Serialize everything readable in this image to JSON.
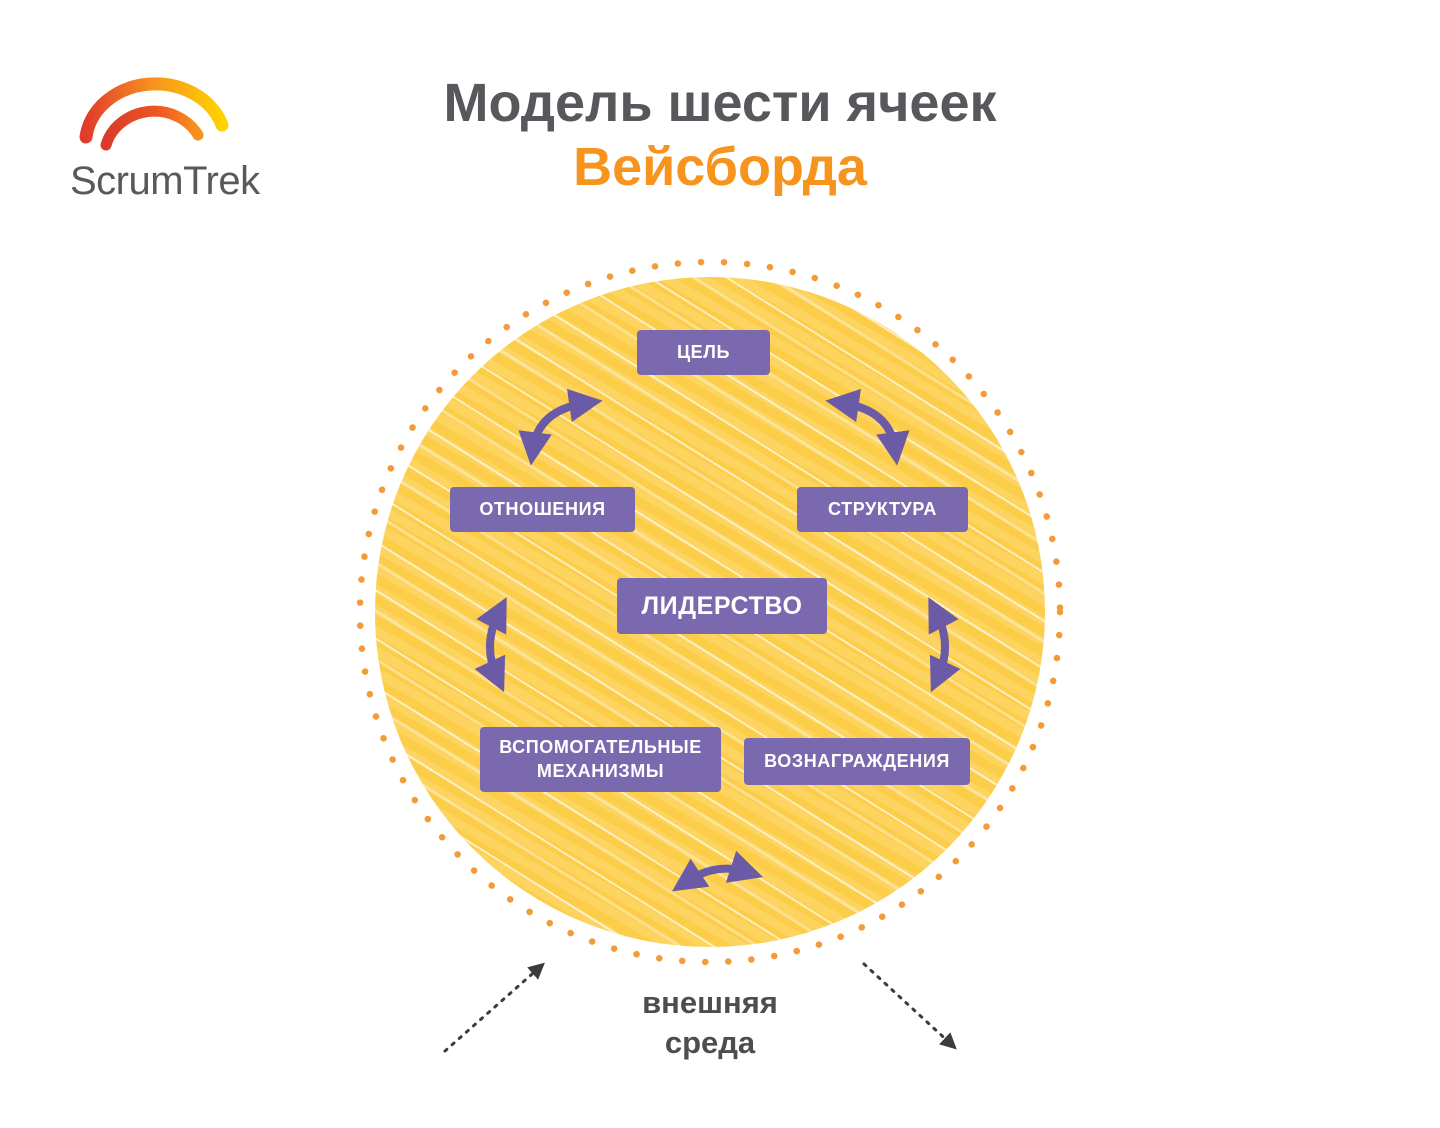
{
  "logo": {
    "text": "ScrumTrek"
  },
  "title": {
    "line1": "Модель шести ячеек",
    "line2": "Вейсборда"
  },
  "diagram": {
    "boxes": {
      "goal": "ЦЕЛЬ",
      "relationships": "ОТНОШЕНИЯ",
      "structure": "СТРУКТУРА",
      "leadership": "ЛИДЕРСТВО",
      "mechanisms": "ВСПОМОГАТЕЛЬНЫЕ\nМЕХАНИЗМЫ",
      "rewards": "ВОЗНАГРАЖДЕНИЯ"
    },
    "external_label": "внешняя\nсреда"
  },
  "colors": {
    "title_gray": "#57585b",
    "accent_orange": "#f7941d",
    "circle_yellow": "#fcd45f",
    "box_purple": "#7a69ae",
    "arrow_purple": "#6b5ba6",
    "ring_dot_orange": "#f29c38",
    "external_text_gray": "#4d4d4f"
  }
}
